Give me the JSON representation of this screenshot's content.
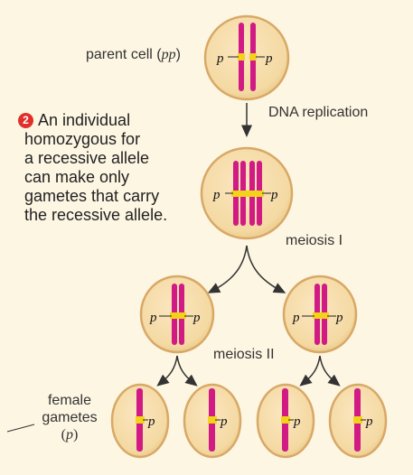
{
  "labels": {
    "parent_cell": "parent cell (pp)",
    "dna_replication": "DNA replication",
    "meiosis_1": "meiosis I",
    "meiosis_2": "meiosis II",
    "female_gametes_line1": "female",
    "female_gametes_line2": "gametes",
    "female_gametes_line3": "(p)"
  },
  "note": {
    "number": "2",
    "lines": [
      "An individual",
      "homozygous for",
      "a recessive allele",
      "can make only",
      "gametes that carry",
      "the recessive allele."
    ]
  },
  "allele": "p",
  "colors": {
    "background": "#fdf6e3",
    "cell_fill": "#f4d9a2",
    "cell_stroke": "#d8a866",
    "chromosome": "#d11a84",
    "centromere": "#f3d21a",
    "badge": "#e0302b",
    "arrow": "#333333"
  }
}
